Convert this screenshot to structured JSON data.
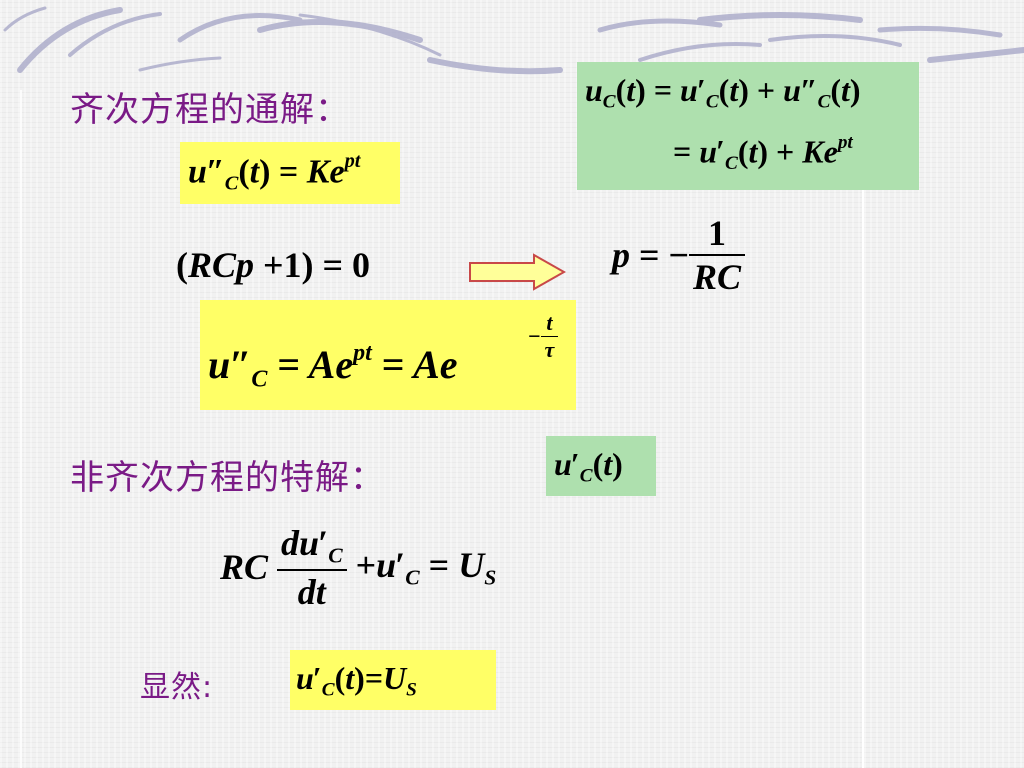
{
  "slide": {
    "homogeneous_label": "齐次方程的通解：",
    "particular_label": "非齐次方程的特解：",
    "obviously_label": "显然:"
  },
  "colors": {
    "label_purple": "#7a1a86",
    "box_yellow": "#ffff66",
    "box_green": "#aee0ae"
  },
  "icons": {
    "arrow": "right-arrow-icon"
  }
}
